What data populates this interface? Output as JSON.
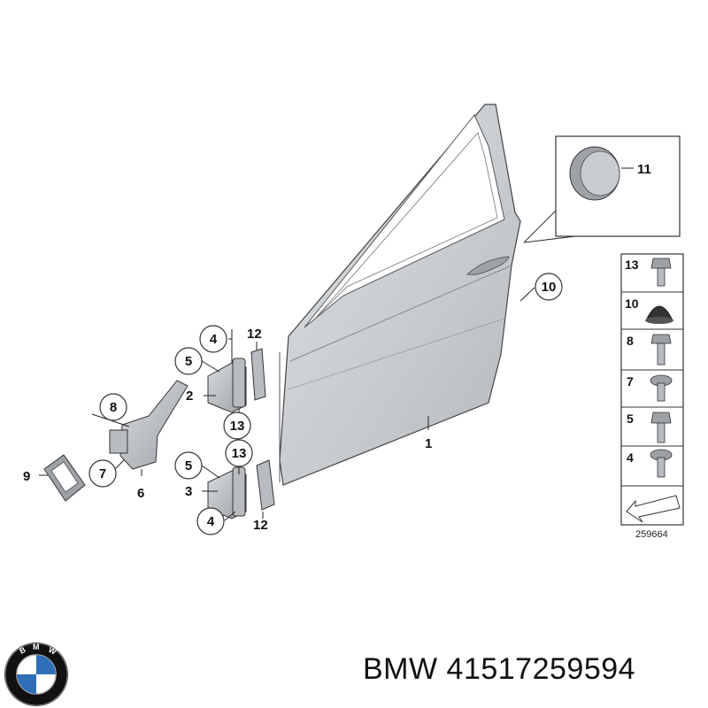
{
  "diagram": {
    "callouts": {
      "door": "1",
      "hinge_upper": "2",
      "hinge_lower": "3",
      "bolt_4_upper": "4",
      "bolt_4_lower": "4",
      "bolt_5_upper": "5",
      "bolt_5_lower": "5",
      "check_strap": "6",
      "bolt_7": "7",
      "bolt_8": "8",
      "grommet_9": "9",
      "cap_10": "10",
      "plug_11": "11",
      "plate_12_upper": "12",
      "plate_12_lower": "12",
      "bolt_13_upper": "13",
      "bolt_13_lower": "13"
    },
    "parts_legend": [
      "13",
      "10",
      "8",
      "7",
      "5",
      "4"
    ],
    "drawing_ref": "259664"
  },
  "caption": {
    "brand": "BMW",
    "part_number": "41517259594"
  },
  "colors": {
    "door_fill": "#c9cdd1",
    "part_fill": "#b8bcc0",
    "line": "#222222",
    "bmw_blue": "#2f6fb7"
  },
  "logo_letters": "BMW"
}
